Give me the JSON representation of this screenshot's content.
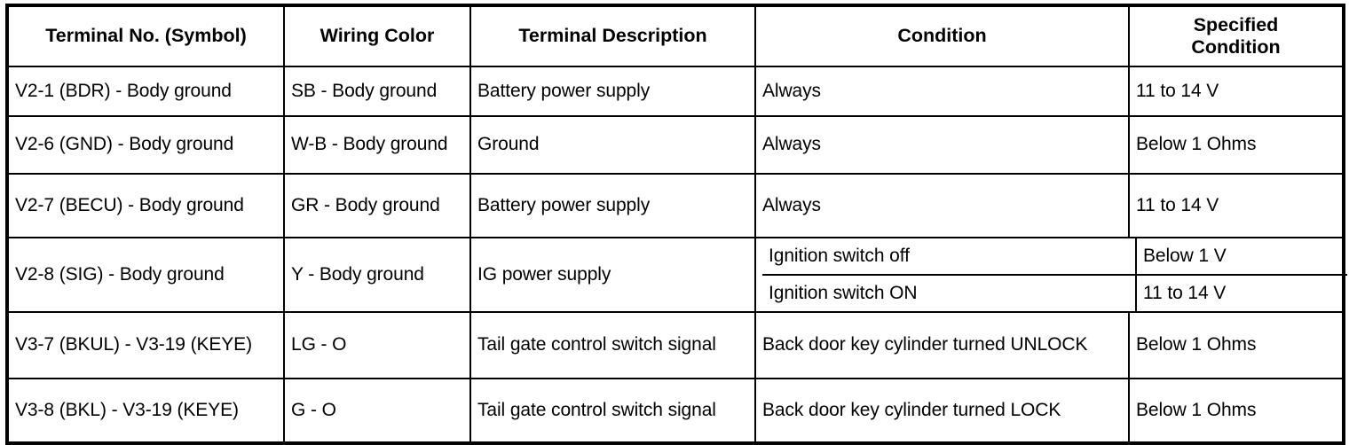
{
  "table": {
    "headers": [
      "Terminal No. (Symbol)",
      "Wiring Color",
      "Terminal Description",
      "Condition",
      "Specified\nCondition"
    ],
    "header_specified_line1": "Specified",
    "header_specified_line2": "Condition",
    "rows": [
      {
        "terminal": "V2-1 (BDR) - Body ground",
        "wiring_color": "SB - Body ground",
        "description": "Battery power supply",
        "condition": "Always",
        "specified": "11 to 14 V"
      },
      {
        "terminal": "V2-6 (GND) - Body ground",
        "wiring_color": "W-B - Body ground",
        "description": "Ground",
        "condition": "Always",
        "specified": "Below 1 Ohms"
      },
      {
        "terminal": "V2-7 (BECU) - Body ground",
        "wiring_color": "GR - Body ground",
        "description": "Battery power supply",
        "condition": "Always",
        "specified": "11 to 14 V"
      },
      {
        "terminal": "V2-8 (SIG) - Body ground",
        "wiring_color": "Y - Body ground",
        "description": "IG power supply",
        "sub_conditions": [
          {
            "condition": "Ignition switch off",
            "specified": "Below 1 V"
          },
          {
            "condition": "Ignition switch ON",
            "specified": "11 to 14 V"
          }
        ]
      },
      {
        "terminal": "V3-7 (BKUL) - V3-19 (KEYE)",
        "wiring_color": "LG - O",
        "description": "Tail gate control switch signal",
        "condition": "Back door key cylinder turned UNLOCK",
        "specified": "Below 1 Ohms"
      },
      {
        "terminal": "V3-8 (BKL) - V3-19 (KEYE)",
        "wiring_color": "G - O",
        "description": "Tail gate control switch signal",
        "condition": "Back door key cylinder turned LOCK",
        "specified": "Below 1 Ohms"
      }
    ]
  },
  "colors": {
    "border": "#000000",
    "text": "#000000",
    "background": "#ffffff"
  }
}
